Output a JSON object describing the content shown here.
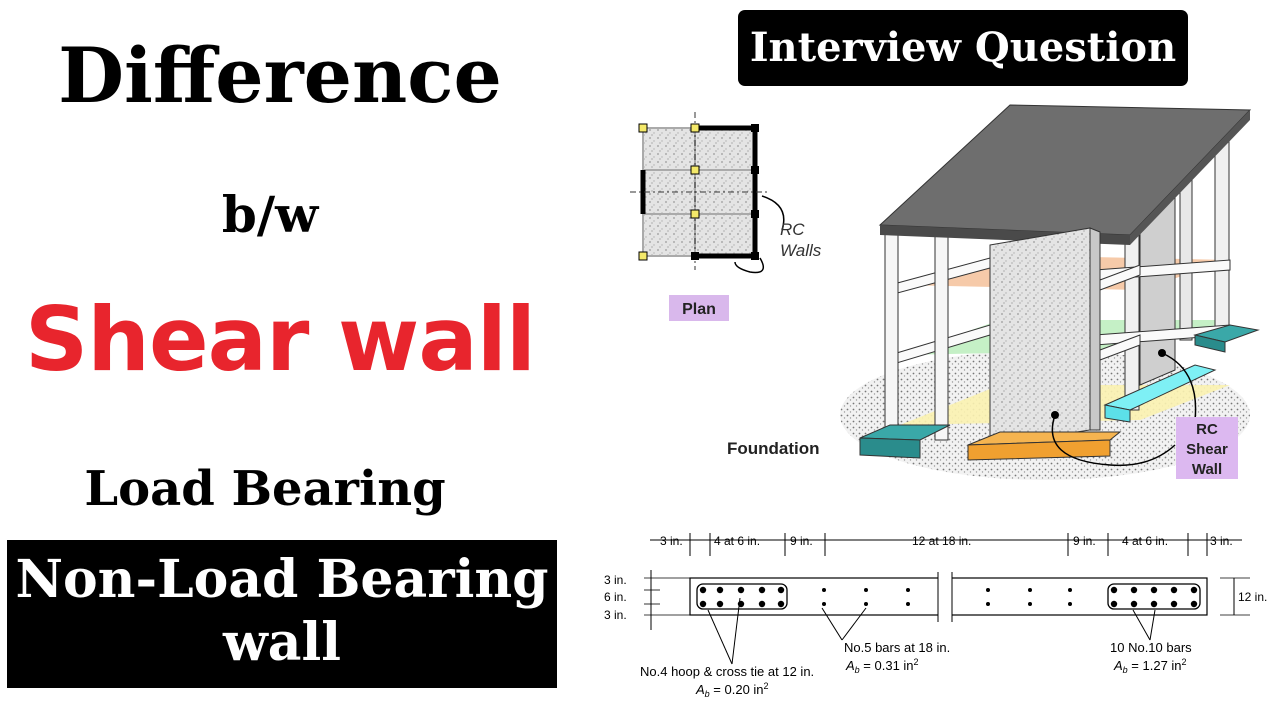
{
  "left": {
    "title": "Difference",
    "bw": "b/w",
    "topic": "Shear wall",
    "load_bearing": "Load Bearing",
    "non_load_line1": "Non-Load Bearing",
    "non_load_line2": "wall"
  },
  "badge": {
    "text": "Interview Question"
  },
  "illustration": {
    "plan_label": "Plan",
    "rc_walls_line1": "RC",
    "rc_walls_line2": "Walls",
    "foundation_label": "Foundation",
    "rc_shear_line1": "RC",
    "rc_shear_line2": "Shear",
    "rc_shear_line3": "Wall"
  },
  "section": {
    "dim_top": [
      "3 in.",
      "4 at 6 in.",
      "9 in.",
      "12 at 18 in.",
      "9 in.",
      "4 at 6 in.",
      "3 in."
    ],
    "dim_left": [
      "3 in.",
      "6 in.",
      "3 in."
    ],
    "dim_right": "12 in.",
    "note_hoop_line1": "No.4 hoop & cross tie at 12 in.",
    "note_hoop_line2": "A",
    "note_hoop_sub": "b",
    "note_hoop_val": " = 0.20 in",
    "note_bars_line1": "No.5 bars at 18 in.",
    "note_bars_line2": "A",
    "note_bars_sub": "b",
    "note_bars_val": " = 0.31 in",
    "note_ten_line1": "10 No.10 bars",
    "note_ten_line2": "A",
    "note_ten_sub": "b",
    "note_ten_val": " = 1.27 in",
    "sq": "2"
  },
  "colors": {
    "accent_red": "#e8252d",
    "plan_label_bg": "#d9b8ec",
    "shear_label_bg": "#dcb8f0",
    "footing_teal": "#2a9c9c",
    "footing_orange": "#f0a030",
    "footing_cyan": "#5ce0e8",
    "slab_gray": "#6e6e6e"
  }
}
